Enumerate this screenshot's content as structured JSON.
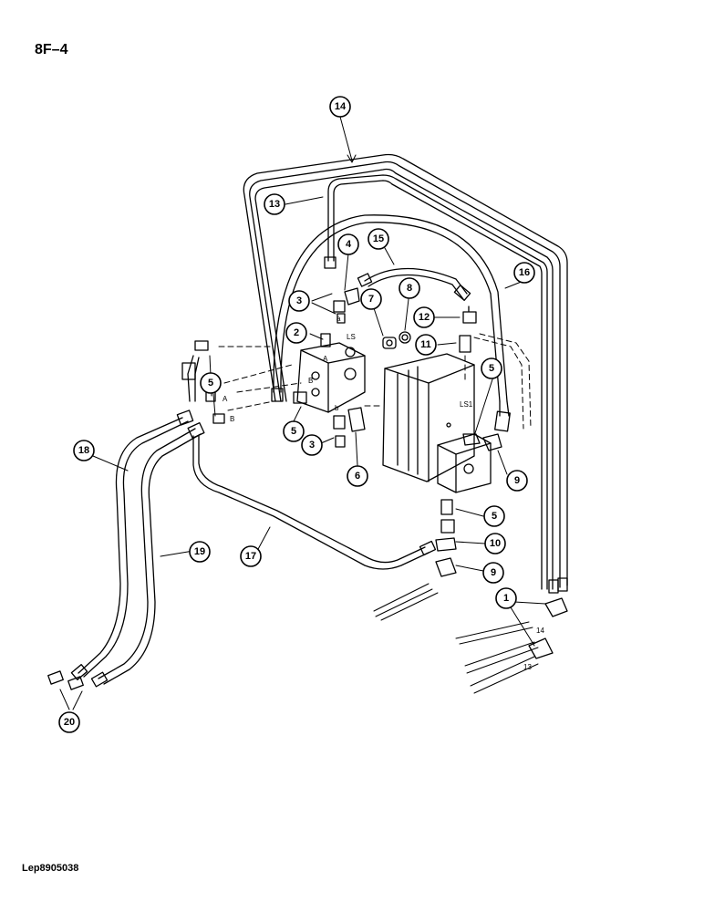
{
  "header": {
    "page_code": "8F–4"
  },
  "footer": {
    "reference": "Lep8905038"
  },
  "callouts": {
    "c1": "1",
    "c2": "2",
    "c3a": "3",
    "c3b": "3",
    "c4": "4",
    "c5a": "5",
    "c5b": "5",
    "c5c": "5",
    "c5d": "5",
    "c6": "6",
    "c7": "7",
    "c8": "8",
    "c9a": "9",
    "c9b": "9",
    "c10": "10",
    "c11": "11",
    "c12": "12",
    "c13": "13",
    "c14": "14",
    "c15": "15",
    "c16": "16",
    "c17": "17",
    "c18": "18",
    "c19": "19",
    "c20": "20"
  },
  "port_tags": {
    "a_small": "a",
    "b_small": "b",
    "A_upper": "A",
    "B_upper": "B",
    "A_side": "A",
    "B_side": "B",
    "LS_top": "LS",
    "LS1": "LS1",
    "port_14": "14",
    "port_13": "13"
  }
}
